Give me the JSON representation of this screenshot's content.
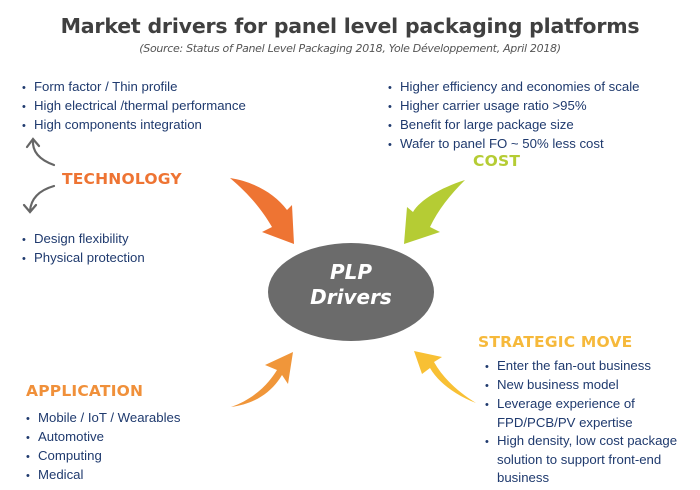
{
  "header": {
    "title": "Market drivers for panel level packaging platforms",
    "subtitle": "(Source: Status of Panel Level Packaging 2018, Yole Développement, April 2018)"
  },
  "center": {
    "line1": "PLP",
    "line2": "Drivers",
    "color": "#6b6b6b"
  },
  "technology": {
    "label": "TECHNOLOGY",
    "color": "#ee7433",
    "top_items": [
      "Form factor / Thin profile",
      "High electrical /thermal performance",
      "High components integration"
    ],
    "bottom_items": [
      "Design flexibility",
      "Physical protection"
    ]
  },
  "cost": {
    "label": "COST",
    "color": "#b5cc34",
    "items": [
      "Higher efficiency and economies of scale",
      "Higher carrier usage ratio >95%",
      "Benefit for large package size",
      "Wafer to panel FO ~ 50% less cost"
    ]
  },
  "strategic": {
    "label": "STRATEGIC MOVE",
    "color": "#f6b93b",
    "items": [
      "Enter the fan-out business",
      "New business model",
      "Leverage experience of FPD/PCB/PV expertise",
      "High density, low cost package solution to support front-end business"
    ]
  },
  "application": {
    "label": "APPLICATION",
    "color": "#f0903a",
    "items": [
      "Mobile / IoT / Wearables",
      "Automotive",
      "Computing",
      "Medical"
    ]
  },
  "colors": {
    "text_blue": "#1f3a6e",
    "title_gray": "#404040",
    "connector_gray": "#666666",
    "arrow_yellow": "#f8c034"
  }
}
